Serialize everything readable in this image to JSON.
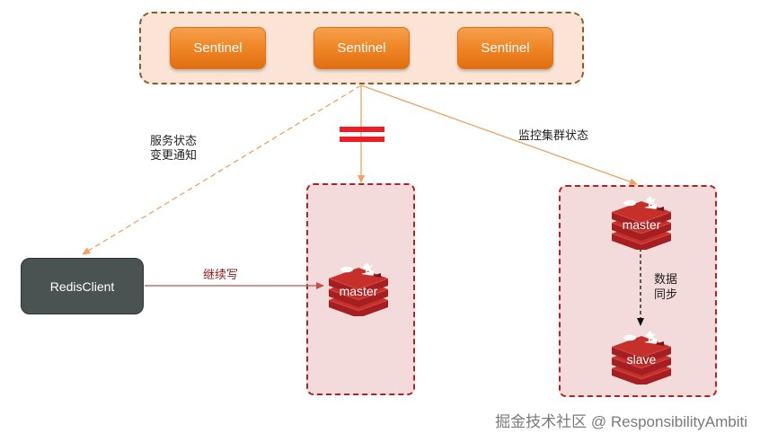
{
  "sentinels": [
    "Sentinel",
    "Sentinel",
    "Sentinel"
  ],
  "redis_client": "RedisClient",
  "labels": {
    "notify_line1": "服务状态",
    "notify_line2": "变更通知",
    "monitor": "监控集群状态",
    "continue_write": "继续写",
    "sync_line1": "数据",
    "sync_line2": "同步"
  },
  "nodes": {
    "left_master": "master",
    "right_master": "master",
    "right_slave": "slave"
  },
  "watermark": "掘金技术社区 @ ResponsibilityAmbiti",
  "colors": {
    "sentinel_fill": "#ef8322",
    "sentinel_group_fill": "#fbe4d5",
    "zone_fill": "#f4dbdb",
    "zone_border": "#a8262a",
    "client_fill": "#4a5351",
    "arrow_orange": "#f0a060",
    "redis_red": "#c6302b"
  }
}
